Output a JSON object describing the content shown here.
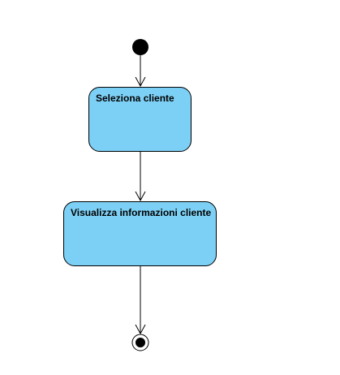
{
  "diagram": {
    "type": "uml-activity",
    "nodes": [
      {
        "id": "start",
        "kind": "initial-node"
      },
      {
        "id": "select",
        "kind": "action",
        "label": "Seleziona cliente"
      },
      {
        "id": "view",
        "kind": "action",
        "label": "Visualizza informazioni cliente"
      },
      {
        "id": "end",
        "kind": "final-node"
      }
    ],
    "edges": [
      {
        "from": "start",
        "to": "select"
      },
      {
        "from": "select",
        "to": "view"
      },
      {
        "from": "view",
        "to": "end"
      }
    ],
    "colors": {
      "action_fill": "#7dd0f5",
      "stroke": "#000000",
      "background": "#ffffff"
    }
  }
}
